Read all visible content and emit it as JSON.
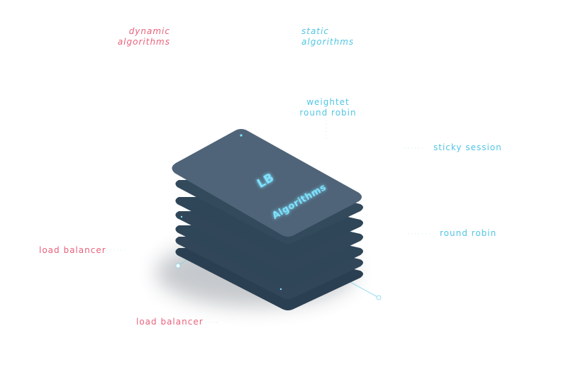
{
  "labels": {
    "dynamic_algorithms": "dynamic\nalgorithms",
    "static_algorithms": "static\nalgorithms",
    "weighted_round_robin": "weightet\nround robin",
    "sticky_session": "sticky session",
    "round_robin": "round robin",
    "load_balancer_left": "load balancer",
    "load_balancer_bottom": "load balancer"
  },
  "card": {
    "title": "LB",
    "subtitle": "Algorithms"
  },
  "colors": {
    "pink": "#e8627c",
    "cyan": "#52c6e3",
    "card_top": "#4f6478",
    "card_layer": "#2f4558",
    "glow_text": "#7fe3ff"
  }
}
